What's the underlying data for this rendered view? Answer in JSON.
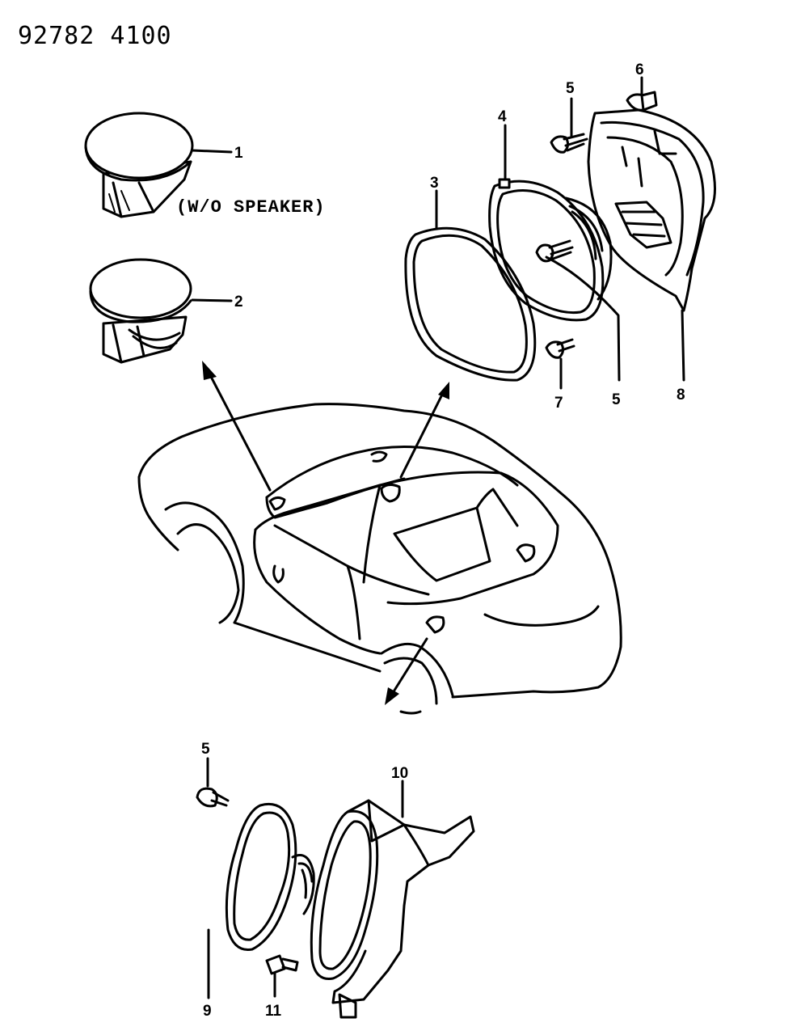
{
  "header": {
    "code": "92782  4100"
  },
  "note": {
    "text": "(W/O SPEAKER)"
  },
  "callouts": [
    {
      "id": "c1",
      "label": "1"
    },
    {
      "id": "c2",
      "label": "2"
    },
    {
      "id": "c3",
      "label": "3"
    },
    {
      "id": "c4",
      "label": "4"
    },
    {
      "id": "c5a",
      "label": "5"
    },
    {
      "id": "c6",
      "label": "6"
    },
    {
      "id": "c7",
      "label": "7"
    },
    {
      "id": "c5b",
      "label": "5"
    },
    {
      "id": "c8",
      "label": "8"
    },
    {
      "id": "c5c",
      "label": "5"
    },
    {
      "id": "c10",
      "label": "10"
    },
    {
      "id": "c9",
      "label": "9"
    },
    {
      "id": "c11",
      "label": "11"
    }
  ]
}
